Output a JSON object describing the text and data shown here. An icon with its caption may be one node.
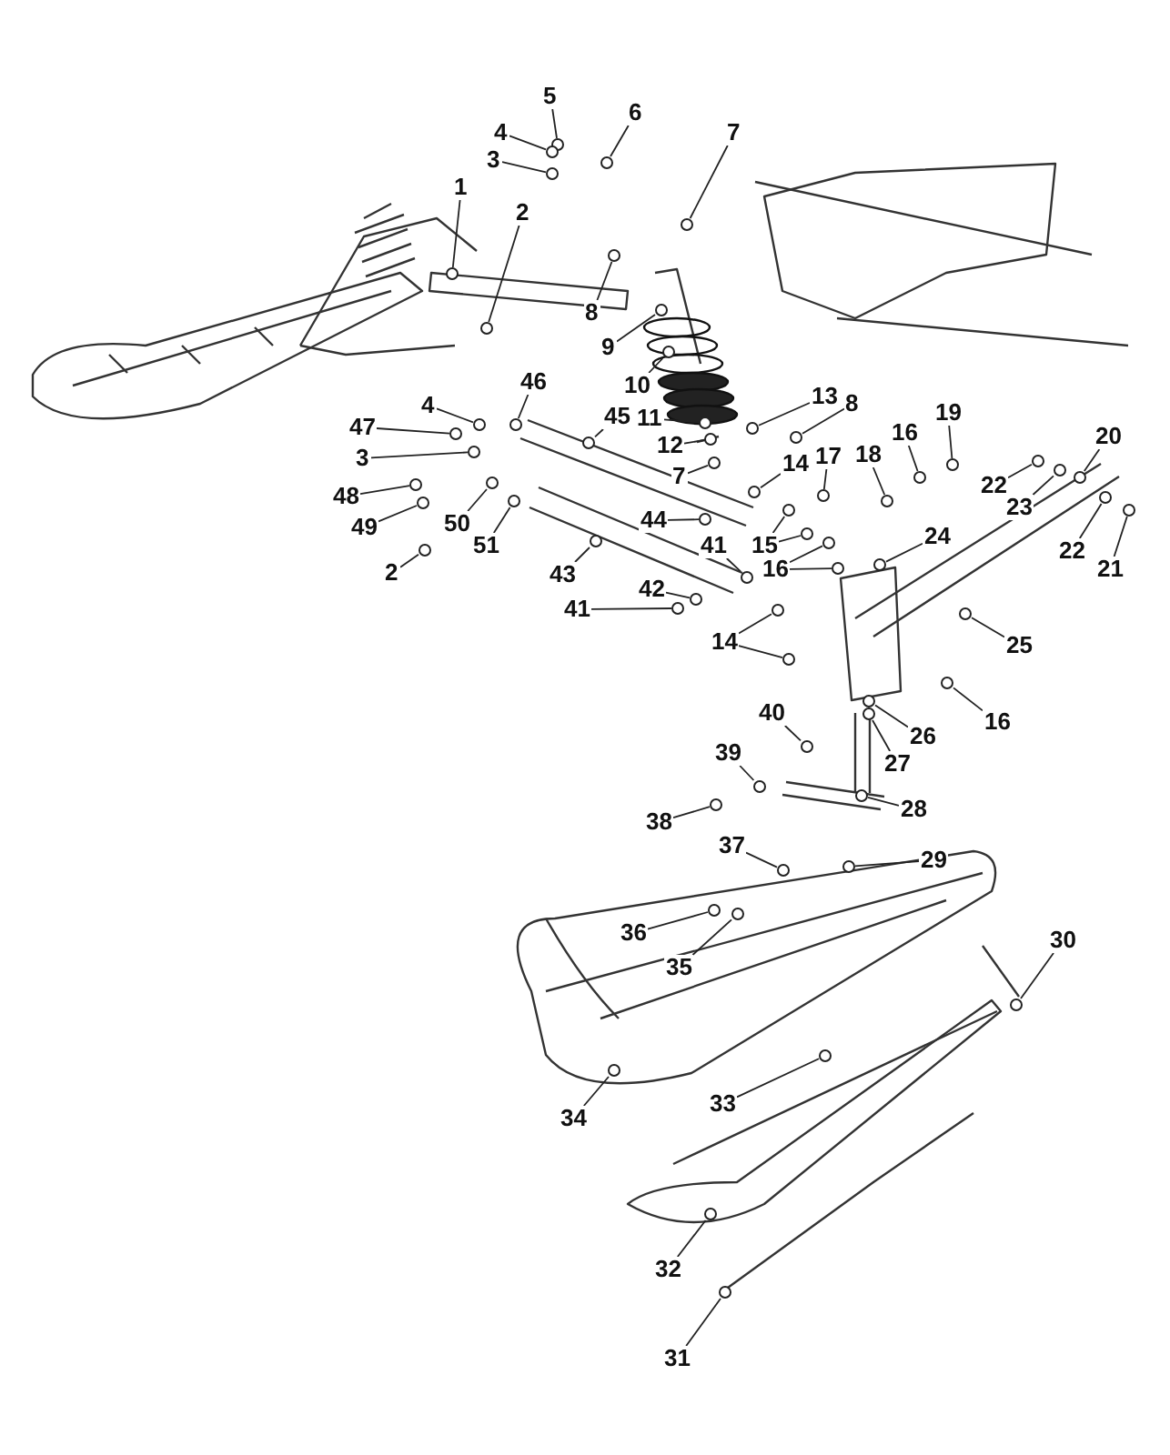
{
  "diagram": {
    "nodes": [
      {
        "text": [
          "5"
        ]
      },
      {
        "text": [
          "6"
        ]
      },
      {
        "text": [
          "4"
        ]
      },
      {
        "text": [
          "7"
        ]
      },
      {
        "text": [
          "3"
        ]
      },
      {
        "text": [
          "1"
        ]
      },
      {
        "text": [
          "2"
        ]
      },
      {
        "text": [
          "8"
        ]
      },
      {
        "text": [
          "9"
        ]
      },
      {
        "text": [
          "10"
        ]
      },
      {
        "text": [
          "46"
        ]
      },
      {
        "text": [
          "13"
        ]
      },
      {
        "text": [
          "8"
        ]
      },
      {
        "text": [
          "4"
        ]
      },
      {
        "text": [
          "45"
        ]
      },
      {
        "text": [
          "11"
        ]
      },
      {
        "text": [
          "19"
        ]
      },
      {
        "text": [
          "47"
        ]
      },
      {
        "text": [
          "16"
        ]
      },
      {
        "text": [
          "20"
        ]
      },
      {
        "text": [
          "12"
        ]
      },
      {
        "text": [
          "17"
        ]
      },
      {
        "text": [
          "3"
        ]
      },
      {
        "text": [
          "18"
        ]
      },
      {
        "text": [
          "14"
        ]
      },
      {
        "text": [
          "7"
        ]
      },
      {
        "text": [
          "22"
        ]
      },
      {
        "text": [
          "48"
        ]
      },
      {
        "text": [
          "23"
        ]
      },
      {
        "text": [
          "44"
        ]
      },
      {
        "text": [
          "50"
        ]
      },
      {
        "text": [
          "49"
        ]
      },
      {
        "text": [
          "24"
        ]
      },
      {
        "text": [
          "51"
        ]
      },
      {
        "text": [
          "41"
        ]
      },
      {
        "text": [
          "15"
        ]
      },
      {
        "text": [
          "22"
        ]
      },
      {
        "text": [
          "21"
        ]
      },
      {
        "text": [
          "16"
        ]
      },
      {
        "text": [
          "2"
        ]
      },
      {
        "text": [
          "43"
        ]
      },
      {
        "text": [
          "42"
        ]
      },
      {
        "text": [
          "41"
        ]
      },
      {
        "text": [
          "14"
        ]
      },
      {
        "text": [
          "25"
        ]
      },
      {
        "text": [
          "40"
        ]
      },
      {
        "text": [
          "16"
        ]
      },
      {
        "text": [
          "26"
        ]
      },
      {
        "text": [
          "39"
        ]
      },
      {
        "text": [
          "27"
        ]
      },
      {
        "text": [
          "28"
        ]
      },
      {
        "text": [
          "38"
        ]
      },
      {
        "text": [
          "37"
        ]
      },
      {
        "text": [
          "29"
        ]
      },
      {
        "text": [
          "36"
        ]
      },
      {
        "text": [
          "30"
        ]
      },
      {
        "text": [
          "35"
        ]
      },
      {
        "text": [
          "33"
        ]
      },
      {
        "text": [
          "34"
        ]
      },
      {
        "text": [
          "32"
        ]
      },
      {
        "text": [
          "31"
        ]
      },
      {
        "text": [],
        "shape": "circle"
      },
      {
        "text": [],
        "shape": "circle"
      },
      {
        "text": [],
        "shape": "circle"
      },
      {
        "text": [],
        "shape": "circle"
      },
      {
        "text": [],
        "shape": "circle"
      },
      {
        "text": [],
        "shape": "circle"
      },
      {
        "text": [],
        "shape": "circle"
      },
      {
        "text": [],
        "shape": "circle"
      },
      {
        "text": [],
        "shape": "circle"
      },
      {
        "text": [],
        "shape": "circle"
      },
      {
        "text": [],
        "shape": "circle"
      },
      {
        "text": [],
        "shape": "circle"
      },
      {
        "text": [],
        "shape": "circle"
      },
      {
        "text": [],
        "shape": "circle"
      },
      {
        "text": [],
        "shape": "circle"
      },
      {
        "text": [],
        "shape": "circle"
      },
      {
        "text": [],
        "shape": "circle"
      },
      {
        "text": [],
        "shape": "circle"
      },
      {
        "text": [],
        "shape": "circle"
      },
      {
        "text": [],
        "shape": "circle"
      },
      {
        "text": [],
        "shape": "circle"
      },
      {
        "text": [],
        "shape": "circle"
      },
      {
        "text": [],
        "shape": "circle"
      },
      {
        "text": [],
        "shape": "circle"
      },
      {
        "text": [],
        "shape": "circle"
      },
      {
        "text": [],
        "shape": "circle"
      },
      {
        "text": [],
        "shape": "circle"
      },
      {
        "text": [],
        "shape": "circle"
      },
      {
        "text": [],
        "shape": "circle"
      },
      {
        "text": [],
        "shape": "circle"
      },
      {
        "text": [],
        "shape": "circle"
      },
      {
        "text": [],
        "shape": "circle"
      },
      {
        "text": [],
        "shape": "circle"
      },
      {
        "text": [],
        "shape": "circle"
      },
      {
        "text": [],
        "shape": "circle"
      },
      {
        "text": [],
        "shape": "circle"
      },
      {
        "text": [],
        "shape": "circle"
      },
      {
        "text": [],
        "shape": "circle"
      },
      {
        "text": [],
        "shape": "circle"
      },
      {
        "text": [],
        "shape": "circle"
      },
      {
        "text": [],
        "shape": "circle"
      },
      {
        "text": [],
        "shape": "circle"
      },
      {
        "text": [],
        "shape": "circle"
      },
      {
        "text": [],
        "shape": "circle"
      },
      {
        "text": [],
        "shape": "circle"
      },
      {
        "text": [],
        "shape": "circle"
      },
      {
        "text": [],
        "shape": "circle"
      },
      {
        "text": [],
        "shape": "circle"
      },
      {
        "text": [],
        "shape": "circle"
      },
      {
        "text": [],
        "shape": "circle"
      },
      {
        "text": [],
        "shape": "circle"
      },
      {
        "text": [],
        "shape": "circle"
      },
      {
        "text": [],
        "shape": "circle"
      },
      {
        "text": [],
        "shape": "circle"
      },
      {
        "text": [],
        "shape": "circle"
      },
      {
        "text": [],
        "shape": "circle"
      },
      {
        "text": [],
        "shape": "circle"
      },
      {
        "text": [],
        "shape": "circle"
      },
      {
        "text": [],
        "shape": "circle"
      },
      {
        "text": [],
        "shape": "circle"
      },
      {
        "text": [],
        "shape": "circle"
      },
      {
        "text": [],
        "shape": "circle"
      },
      {
        "text": [],
        "shape": "circle"
      },
      {
        "text": [],
        "shape": "circle"
      }
    ],
    "edges": [
      {
        "from": 0,
        "to": 61,
        "arrow": "none"
      },
      {
        "from": 1,
        "to": 62,
        "arrow": "none"
      },
      {
        "from": 2,
        "to": 63,
        "arrow": "none"
      },
      {
        "from": 3,
        "to": 64,
        "arrow": "none"
      },
      {
        "from": 4,
        "to": 65,
        "arrow": "none"
      },
      {
        "from": 5,
        "to": 66,
        "arrow": "none"
      },
      {
        "from": 6,
        "to": 67,
        "arrow": "none"
      },
      {
        "from": 7,
        "to": 68,
        "arrow": "none"
      },
      {
        "from": 8,
        "to": 69,
        "arrow": "none"
      },
      {
        "from": 9,
        "to": 70,
        "arrow": "none"
      },
      {
        "from": 10,
        "to": 71,
        "arrow": "none"
      },
      {
        "from": 11,
        "to": 72,
        "arrow": "none"
      },
      {
        "from": 12,
        "to": 73,
        "arrow": "none"
      },
      {
        "from": 13,
        "to": 74,
        "arrow": "none"
      },
      {
        "from": 14,
        "to": 75,
        "arrow": "none"
      },
      {
        "from": 15,
        "to": 76,
        "arrow": "none"
      },
      {
        "from": 16,
        "to": 77,
        "arrow": "none"
      },
      {
        "from": 17,
        "to": 78,
        "arrow": "none"
      },
      {
        "from": 18,
        "to": 79,
        "arrow": "none"
      },
      {
        "from": 19,
        "to": 80,
        "arrow": "none"
      },
      {
        "from": 20,
        "to": 81,
        "arrow": "none"
      },
      {
        "from": 21,
        "to": 82,
        "arrow": "none"
      },
      {
        "from": 22,
        "to": 83,
        "arrow": "none"
      },
      {
        "from": 23,
        "to": 84,
        "arrow": "none"
      },
      {
        "from": 24,
        "to": 85,
        "arrow": "none"
      },
      {
        "from": 25,
        "to": 86,
        "arrow": "none"
      },
      {
        "from": 26,
        "to": 87,
        "arrow": "none"
      },
      {
        "from": 27,
        "to": 88,
        "arrow": "none"
      },
      {
        "from": 28,
        "to": 89,
        "arrow": "none"
      },
      {
        "from": 29,
        "to": 90,
        "arrow": "none"
      },
      {
        "from": 30,
        "to": 91,
        "arrow": "none"
      },
      {
        "from": 31,
        "to": 92,
        "arrow": "none"
      },
      {
        "from": 32,
        "to": 93,
        "arrow": "none"
      },
      {
        "from": 33,
        "to": 94,
        "arrow": "none"
      },
      {
        "from": 34,
        "to": 95,
        "arrow": "none"
      },
      {
        "from": 35,
        "to": 96,
        "arrow": "none"
      },
      {
        "from": 35,
        "to": 97,
        "arrow": "none"
      },
      {
        "from": 36,
        "to": 98,
        "arrow": "none"
      },
      {
        "from": 37,
        "to": 99,
        "arrow": "none"
      },
      {
        "from": 38,
        "to": 100,
        "arrow": "none"
      },
      {
        "from": 38,
        "to": 101,
        "arrow": "none"
      },
      {
        "from": 39,
        "to": 102,
        "arrow": "none"
      },
      {
        "from": 40,
        "to": 103,
        "arrow": "none"
      },
      {
        "from": 41,
        "to": 104,
        "arrow": "none"
      },
      {
        "from": 42,
        "to": 105,
        "arrow": "none"
      },
      {
        "from": 43,
        "to": 106,
        "arrow": "none"
      },
      {
        "from": 43,
        "to": 107,
        "arrow": "none"
      },
      {
        "from": 44,
        "to": 108,
        "arrow": "none"
      },
      {
        "from": 45,
        "to": 109,
        "arrow": "none"
      },
      {
        "from": 46,
        "to": 110,
        "arrow": "none"
      },
      {
        "from": 47,
        "to": 111,
        "arrow": "none"
      },
      {
        "from": 48,
        "to": 112,
        "arrow": "none"
      },
      {
        "from": 49,
        "to": 113,
        "arrow": "none"
      },
      {
        "from": 50,
        "to": 114,
        "arrow": "none"
      },
      {
        "from": 51,
        "to": 115,
        "arrow": "none"
      },
      {
        "from": 52,
        "to": 116,
        "arrow": "none"
      },
      {
        "from": 53,
        "to": 117,
        "arrow": "none"
      },
      {
        "from": 54,
        "to": 118,
        "arrow": "none"
      },
      {
        "from": 55,
        "to": 119,
        "arrow": "none"
      },
      {
        "from": 56,
        "to": 120,
        "arrow": "none"
      },
      {
        "from": 57,
        "to": 121,
        "arrow": "none"
      },
      {
        "from": 58,
        "to": 122,
        "arrow": "none"
      },
      {
        "from": 59,
        "to": 123,
        "arrow": "none"
      },
      {
        "from": 60,
        "to": 124,
        "arrow": "none"
      }
    ]
  }
}
